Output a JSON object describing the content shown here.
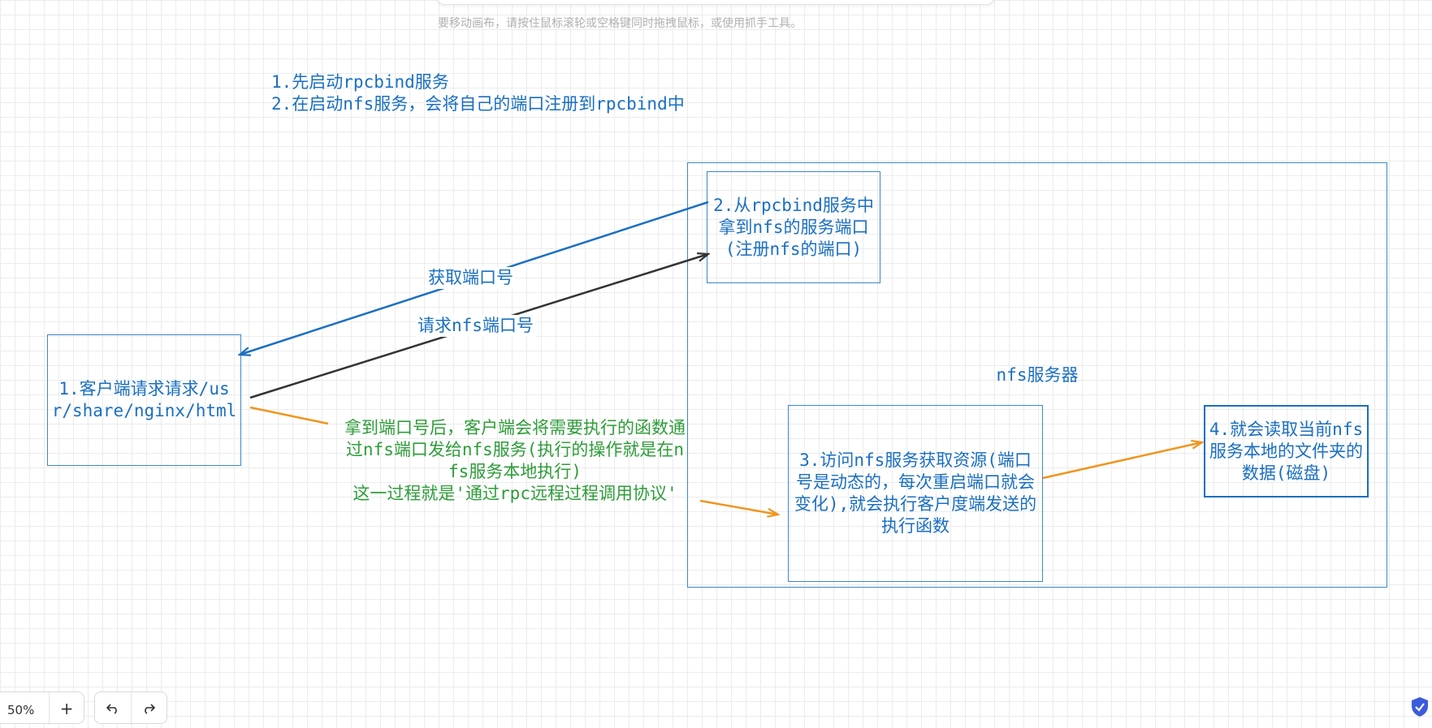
{
  "hint": "要移动画布，请按住鼠标滚轮或空格键同时拖拽鼠标，或使用抓手工具。",
  "intro_lines": [
    "1.先启动rpcbind服务",
    "2.在启动nfs服务，会将自己的端口注册到rpcbind中"
  ],
  "nodes": {
    "client": "1.客户端请求请求/usr/share/nginx/html",
    "rpcbind": "2.从rpcbind服务中拿到nfs的服务端口(注册nfs的端口)",
    "nfs_server_label": "nfs服务器",
    "access": "3.访问nfs服务获取资源(端口号是动态的，每次重启端口就会变化),就会执行客户度端发送的执行函数",
    "read_data": "4.就会读取当前nfs服务本地的文件夹的数据(磁盘)"
  },
  "edge_labels": {
    "get_port": "获取端口号",
    "request_port": "请求nfs端口号"
  },
  "green_note": [
    "拿到端口号后，客户端会将需要执行的函数通",
    "过nfs端口发给nfs服务(执行的操作就是在n",
    "fs服务本地执行)",
    "这一过程就是'通过rpc远程过程调用协议'"
  ],
  "colors": {
    "blue": "#1a6fc2",
    "black": "#333333",
    "orange": "#f0951e",
    "green": "#2e9d3a"
  },
  "controls": {
    "zoom": "50%",
    "zoom_in_icon": "plus-icon",
    "undo_icon": "undo-icon",
    "redo_icon": "redo-icon",
    "badge_icon": "shield-check-icon"
  }
}
